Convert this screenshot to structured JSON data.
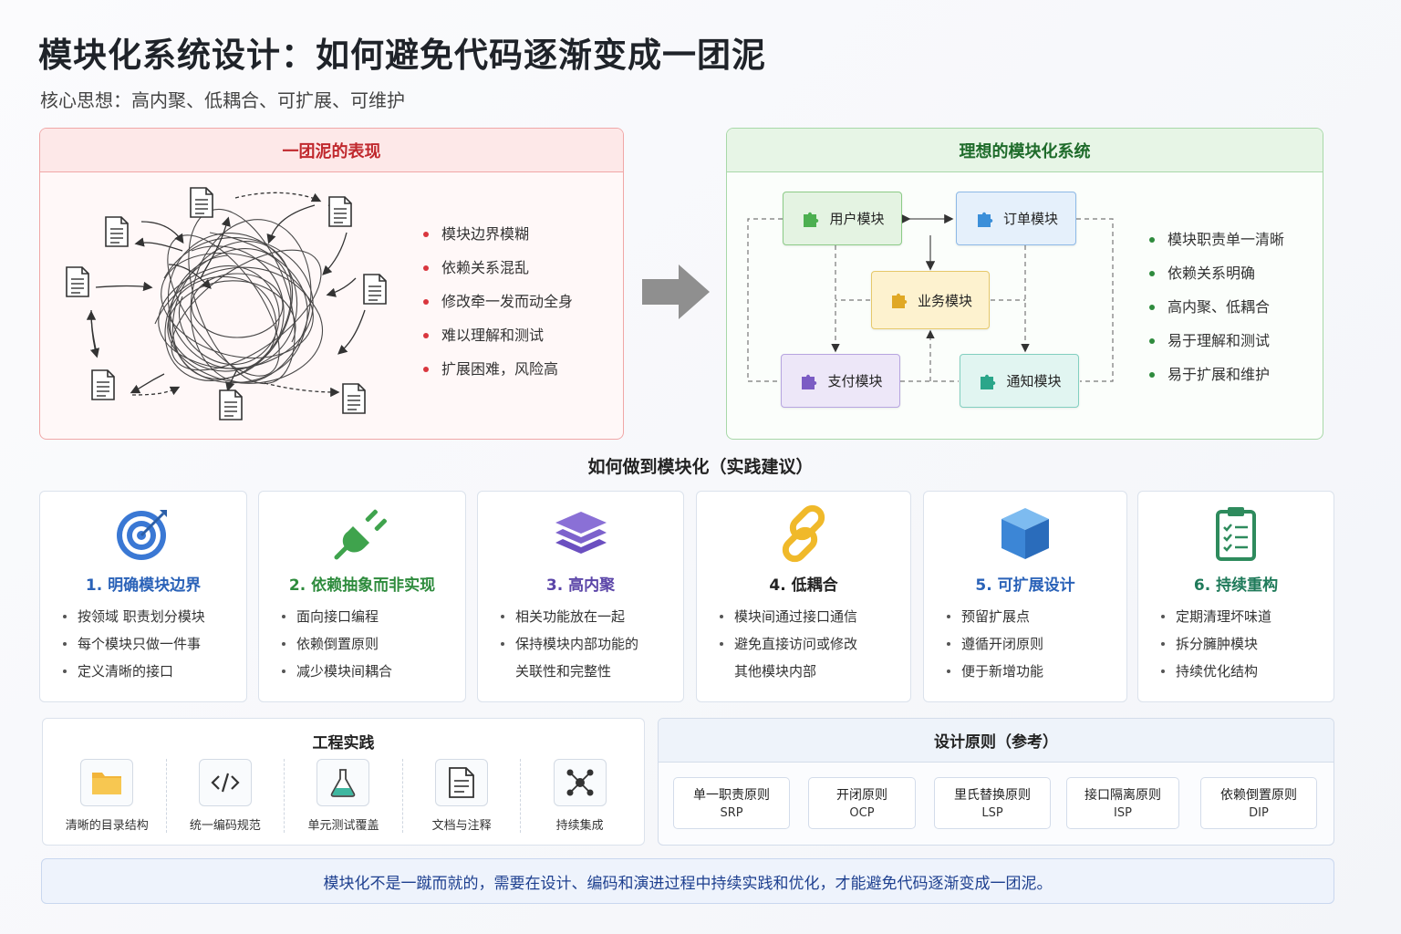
{
  "header": {
    "title": "模块化系统设计：如何避免代码逐渐变成一团泥",
    "subtitle": "核心思想：高内聚、低耦合、可扩展、可维护"
  },
  "bad_panel": {
    "title": "一团泥的表现",
    "bullets": [
      "模块边界模糊",
      "依赖关系混乱",
      "修改牵一发而动全身",
      "难以理解和测试",
      "扩展困难，风险高"
    ]
  },
  "good_panel": {
    "title": "理想的模块化系统",
    "modules": {
      "user": "用户模块",
      "order": "订单模块",
      "business": "业务模块",
      "payment": "支付模块",
      "notify": "通知模块"
    },
    "bullets": [
      "模块职责单一清晰",
      "依赖关系明确",
      "高内聚、低耦合",
      "易于理解和测试",
      "易于扩展和维护"
    ]
  },
  "practice": {
    "title": "如何做到模块化（实践建议）",
    "cards": [
      {
        "icon": "target-icon",
        "color": "#2a62b8",
        "title": "1. 明确模块边界",
        "items": [
          "按领域 职责划分模块",
          "每个模块只做一件事",
          "定义清晰的接口"
        ]
      },
      {
        "icon": "plug-icon",
        "color": "#2e8b3d",
        "title": "2. 依赖抽象而非实现",
        "items": [
          "面向接口编程",
          "依赖倒置原则",
          "减少模块间耦合"
        ]
      },
      {
        "icon": "layers-icon",
        "color": "#5b45a8",
        "title": "3. 高内聚",
        "items": [
          "相关功能放在一起",
          "保持模块内部功能的",
          "关联性和完整性"
        ]
      },
      {
        "icon": "link-icon",
        "color": "#222222",
        "title": "4. 低耦合",
        "items": [
          "模块间通过接口通信",
          "避免直接访问或修改",
          "其他模块内部"
        ]
      },
      {
        "icon": "cube-icon",
        "color": "#2a62b8",
        "title": "5. 可扩展设计",
        "items": [
          "预留扩展点",
          "遵循开闭原则",
          "便于新增功能"
        ]
      },
      {
        "icon": "clipboard-check-icon",
        "color": "#1f7a5a",
        "title": "6. 持续重构",
        "items": [
          "定期清理坏味道",
          "拆分臃肿模块",
          "持续优化结构"
        ]
      }
    ]
  },
  "engineering": {
    "title": "工程实践",
    "items": [
      {
        "icon": "folder-icon",
        "label": "清晰的目录结构"
      },
      {
        "icon": "code-icon",
        "label": "统一编码规范"
      },
      {
        "icon": "flask-icon",
        "label": "单元测试覆盖"
      },
      {
        "icon": "document-icon",
        "label": "文档与注释"
      },
      {
        "icon": "ci-network-icon",
        "label": "持续集成"
      }
    ]
  },
  "principles": {
    "title": "设计原则（参考）",
    "items": [
      {
        "name": "单一职责原则",
        "abbr": "SRP"
      },
      {
        "name": "开闭原则",
        "abbr": "OCP"
      },
      {
        "name": "里氏替换原则",
        "abbr": "LSP"
      },
      {
        "name": "接口隔离原则",
        "abbr": "ISP"
      },
      {
        "name": "依赖倒置原则",
        "abbr": "DIP"
      }
    ]
  },
  "footer": {
    "text": "模块化不是一蹴而就的，需要在设计、编码和演进过程中持续实践和优化，才能避免代码逐渐变成一团泥。"
  }
}
